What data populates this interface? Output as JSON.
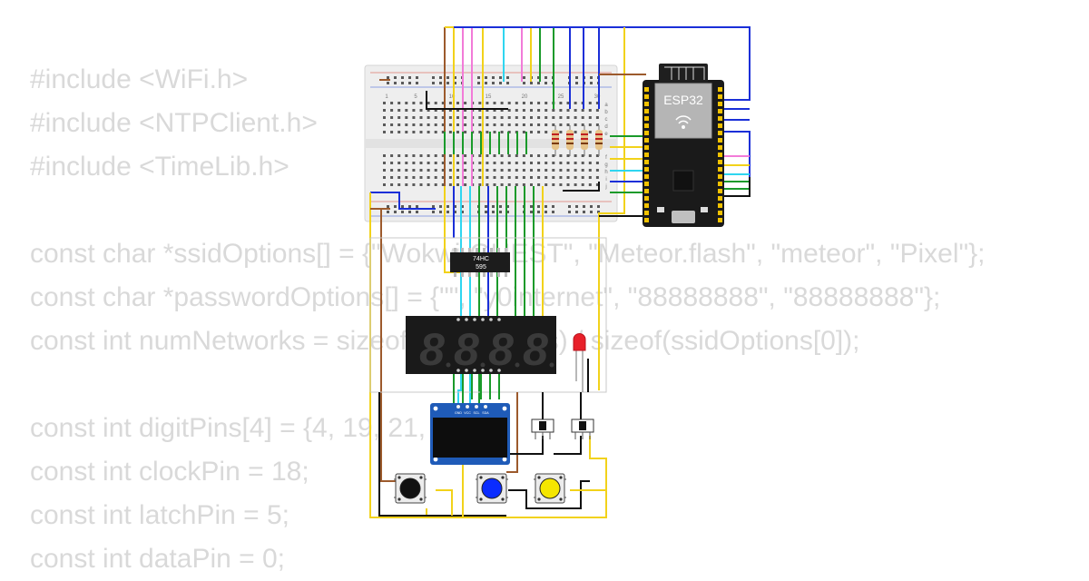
{
  "code_lines": [
    "#include <WiFi.h>",
    "#include <NTPClient.h>",
    "#include <TimeLib.h>",
    "",
    "const char *ssidOptions[] = {\"Wokwi-GUEST\", \"Meteor.flash\", \"meteor\", \"Pixel\"};",
    "const char *passwordOptions[] = {\"\", \"y0internet\", \"88888888\", \"88888888\"};",
    "const int numNetworks = sizeof(ssidOptions) / sizeof(ssidOptions[0]);",
    "",
    "const int digitPins[4] = {4, 19, 21, 22};",
    "const int clockPin = 18;",
    "const int latchPin = 5;",
    "const int dataPin = 0;"
  ],
  "esp32": {
    "label": "ESP32"
  },
  "shift_register": {
    "line1": "74HC",
    "line2": "595"
  },
  "breadboard": {
    "columns": [
      "1",
      "5",
      "10",
      "15",
      "20",
      "25",
      "30"
    ],
    "rows_top": [
      "a",
      "b",
      "c",
      "d",
      "e"
    ],
    "rows_bottom": [
      "f",
      "g",
      "h",
      "i",
      "j"
    ]
  },
  "oled": {
    "pins": [
      "GND",
      "VCC",
      "SCL",
      "SDA"
    ]
  },
  "seven_segment": {
    "digits": [
      "8",
      "8",
      "8",
      "8"
    ]
  },
  "buttons": [
    {
      "color": "#111111"
    },
    {
      "color": "#0a2cff"
    },
    {
      "color": "#f5e600"
    }
  ],
  "colors": {
    "led": "#e8202a",
    "wire_yellow": "#f2d21a",
    "wire_blue": "#1a2fd8",
    "wire_green": "#1a9a2a",
    "wire_brown": "#9c5a2c",
    "wire_pink": "#f27bd8",
    "wire_cyan": "#2fd6f0",
    "wire_gray": "#8a8a8a"
  }
}
